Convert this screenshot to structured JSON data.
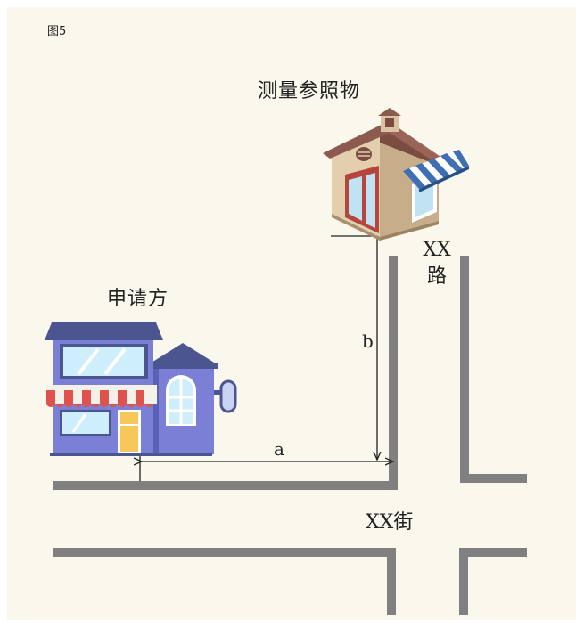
{
  "figure": {
    "label": "图5"
  },
  "labels": {
    "reference": "测量参照物",
    "applicant": "申请方",
    "road_vertical": "XX路",
    "road_horizontal": "XX街",
    "dim_a": "a",
    "dim_b": "b"
  },
  "icons": {
    "applicant_building": "shop-storefront-icon",
    "reference_building": "house-with-awning-icon"
  },
  "colors": {
    "background": "#faf7ec",
    "road": "#808080",
    "shop_body": "#7b7fd6",
    "shop_roof": "#4b5690",
    "awning_red": "#e0524e",
    "house_wall": "#d9c3a2",
    "house_roof": "#8c5a4e",
    "awning_blue": "#3d6fb2"
  }
}
